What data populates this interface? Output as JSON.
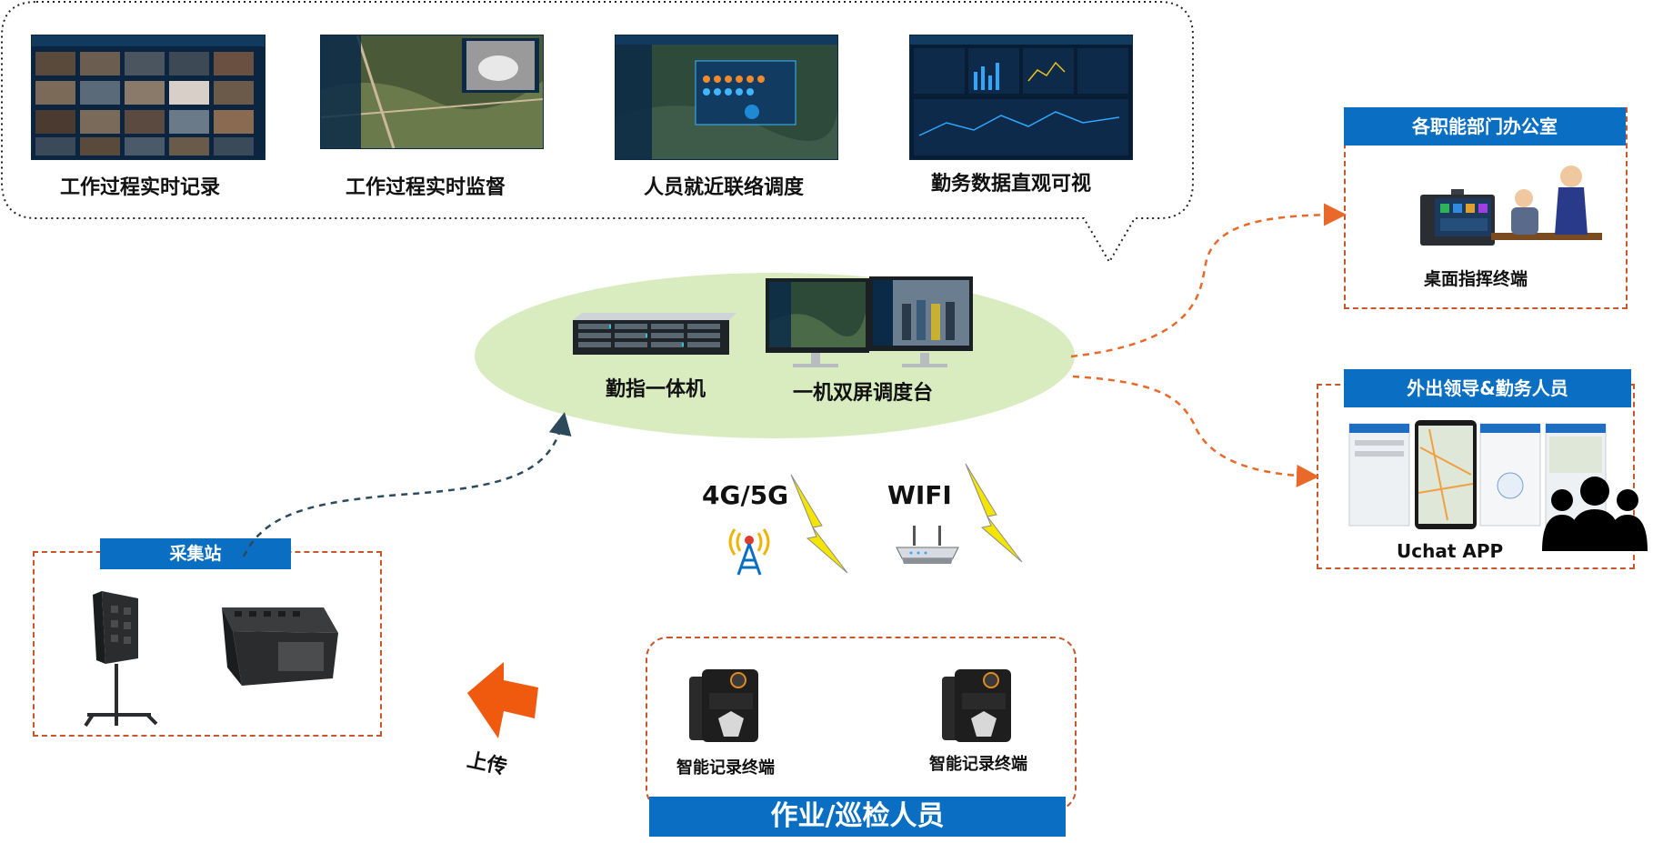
{
  "bubble": {
    "captions": [
      "工作过程实时记录",
      "工作过程实时监督",
      "人员就近联络调度",
      "勤务数据直观可视"
    ]
  },
  "center": {
    "server_label": "勤指一体机",
    "dual_screen_label": "一机双屏调度台"
  },
  "network": {
    "cellular_label": "4G/5G",
    "wifi_label": "WIFI"
  },
  "office": {
    "header": "各职能部门办公室",
    "device_label": "桌面指挥终端"
  },
  "field_leaders": {
    "header": "外出领导&勤务人员",
    "app_label": "Uchat APP"
  },
  "station": {
    "header": "采集站"
  },
  "upload": {
    "label": "上传"
  },
  "workers": {
    "device_label_1": "智能记录终端",
    "device_label_2": "智能记录终端",
    "footer": "作业/巡检人员"
  },
  "colors": {
    "accent_blue": "#0a6fc2",
    "dashed_orange": "#e8692a",
    "dashed_dark": "#2c4a5c",
    "ellipse_green": "#d9ecc0",
    "arrow_orange": "#f05a0e",
    "bolt_yellow": "#f3e500"
  }
}
